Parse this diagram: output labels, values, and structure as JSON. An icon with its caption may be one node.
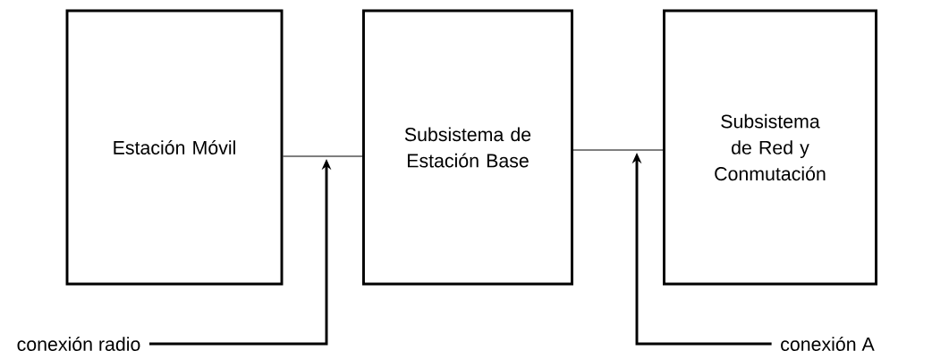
{
  "diagram": {
    "nodes": [
      {
        "text": [
          "Estación Móvil"
        ]
      },
      {
        "text": [
          "Subsistema de Estación Base"
        ]
      },
      {
        "text": [
          "Subsistema de Red y Conmutación"
        ]
      },
      {
        "text": [
          "conexión radio"
        ]
      },
      {
        "text": [
          "conexión A"
        ]
      }
    ],
    "edges": [
      {
        "from": 0,
        "to": 1,
        "arrow": "none"
      },
      {
        "from": 1,
        "to": 2,
        "arrow": "none"
      },
      {
        "from": 3,
        "to": null,
        "arrow": "to",
        "style": "thick"
      },
      {
        "from": 4,
        "to": null,
        "arrow": "to",
        "style": "thick"
      }
    ]
  }
}
